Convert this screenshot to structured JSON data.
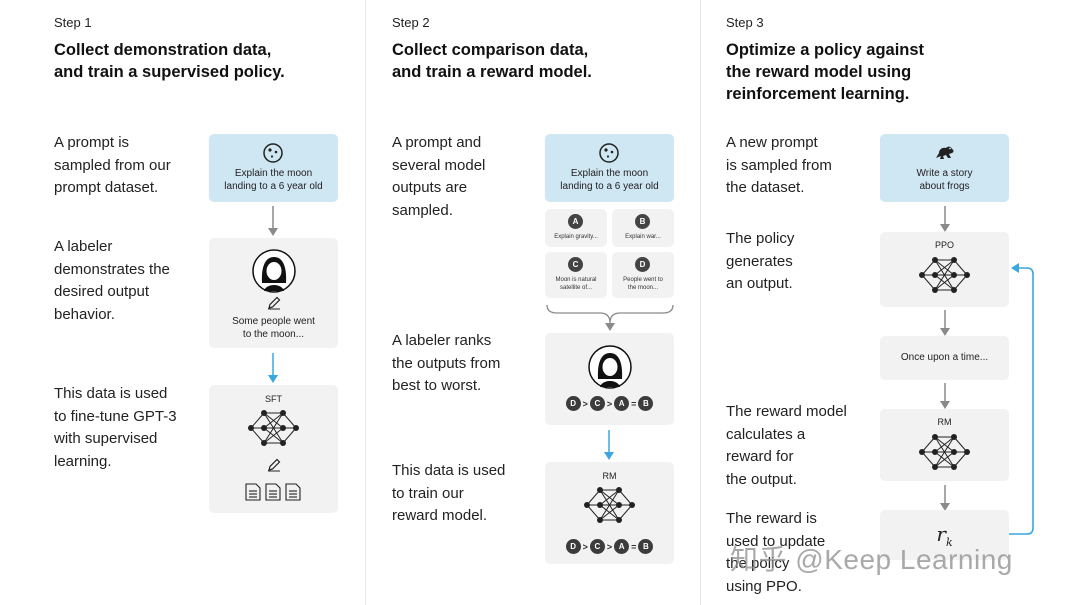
{
  "step1": {
    "label": "Step 1",
    "title_line1": "Collect demonstration data,",
    "title_line2": "and train a supervised policy.",
    "desc1": [
      "A prompt is",
      "sampled from our",
      "prompt dataset."
    ],
    "desc2": [
      "A labeler",
      "demonstrates the",
      "desired output",
      "behavior."
    ],
    "desc3": [
      "This data is used",
      "to fine-tune GPT-3",
      "with supervised",
      "learning."
    ],
    "prompt_box": [
      "Explain the moon",
      "landing to a 6 year old"
    ],
    "output_box": [
      "Some people went",
      "to the moon..."
    ],
    "model_label": "SFT"
  },
  "step2": {
    "label": "Step 2",
    "title_line1": "Collect comparison data,",
    "title_line2": "and train a reward model.",
    "desc1": [
      "A prompt and",
      "several model",
      "outputs are",
      "sampled."
    ],
    "desc2": [
      "A labeler ranks",
      "the outputs from",
      "best to worst."
    ],
    "desc3": [
      "This data is used",
      "to train our",
      "reward model."
    ],
    "prompt_box": [
      "Explain the moon",
      "landing to a 6 year old"
    ],
    "outputs": [
      {
        "letter": "A",
        "text": [
          "Explain gravity..."
        ]
      },
      {
        "letter": "B",
        "text": [
          "Explain war..."
        ]
      },
      {
        "letter": "C",
        "text": [
          "Moon is natural",
          "satellite of..."
        ]
      },
      {
        "letter": "D",
        "text": [
          "People went to",
          "the moon..."
        ]
      }
    ],
    "ranking": [
      "D",
      ">",
      "C",
      ">",
      "A",
      "=",
      "B"
    ],
    "model_label": "RM"
  },
  "step3": {
    "label": "Step 3",
    "title_line1": "Optimize a policy against",
    "title_line2": "the reward model using",
    "title_line3": "reinforcement learning.",
    "desc1": [
      "A new prompt",
      "is sampled from",
      "the dataset."
    ],
    "desc2": [
      "The policy",
      "generates",
      "an output."
    ],
    "desc3": [
      "The reward model",
      "calculates a",
      "reward for",
      "the output."
    ],
    "desc4": [
      "The reward is",
      "used to update",
      "the policy",
      "using PPO."
    ],
    "prompt_box": [
      "Write a story",
      "about frogs"
    ],
    "policy_label": "PPO",
    "output_text": "Once upon a time...",
    "rm_label": "RM",
    "reward_symbol": "r",
    "reward_sub": "k"
  },
  "watermark": "知乎 @Keep Learning",
  "colors": {
    "accent_arrow": "#3aa7e0",
    "gray_arrow": "#8a8a8a",
    "prompt_bg": "#cfe6f3",
    "box_bg": "#f2f2f2"
  }
}
